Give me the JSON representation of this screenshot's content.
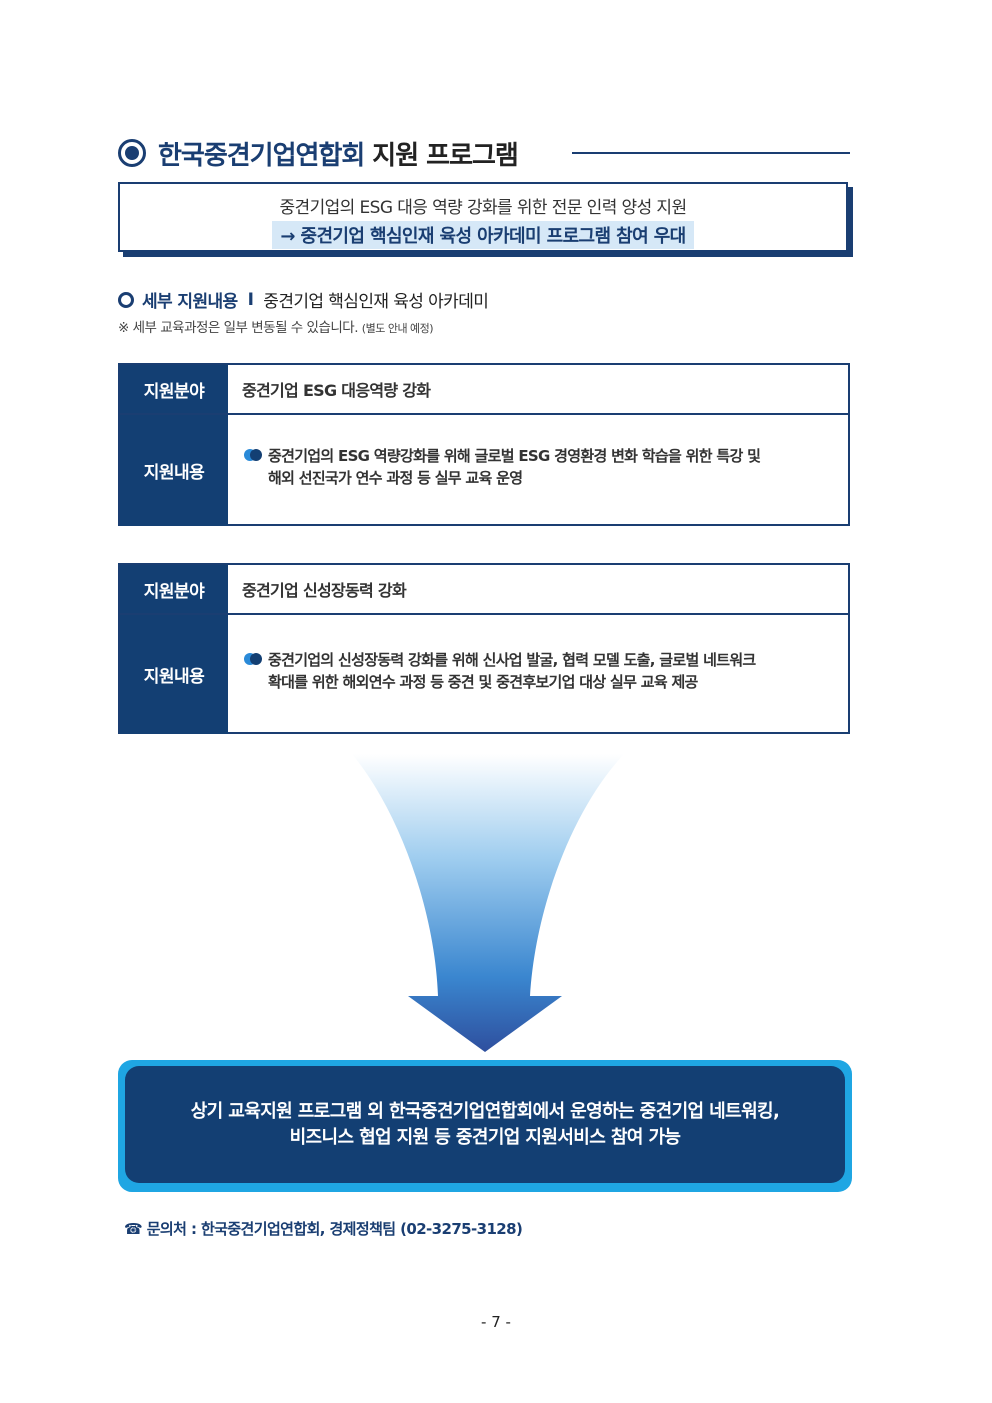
{
  "header": {
    "title_org": "한국중견기업연합회",
    "title_rest": "지원 프로그램"
  },
  "intro": {
    "line1": "중견기업의 ESG 대응 역량 강화를 위한 전문 인력 양성 지원",
    "line2": "→ 중견기업 핵심인재 육성 아카데미 프로그램 참여 우대"
  },
  "detail": {
    "label": "세부 지원내용",
    "separator": "I",
    "value": "중견기업 핵심인재 육성 아카데미",
    "note": "※ 세부 교육과정은 일부 변동될 수 있습니다.",
    "note_small": "(별도 안내 예정)"
  },
  "tables": [
    {
      "field_label": "지원분야",
      "field_value": "중견기업 ESG 대응역량 강화",
      "content_label": "지원내용",
      "content_line1": "중견기업의 ESG 역량강화를 위해 글로벌 ESG 경영환경 변화 학습을 위한 특강 및",
      "content_line2": "해외 선진국가 연수 과정 등 실무 교육 운영"
    },
    {
      "field_label": "지원분야",
      "field_value": "중견기업 신성장동력 강화",
      "content_label": "지원내용",
      "content_line1": "중견기업의 신성장동력 강화를 위해 신사업 발굴, 협력 모델 도출, 글로벌 네트워크",
      "content_line2": "확대를 위한 해외연수 과정 등 중견 및 중견후보기업 대상 실무 교육 제공"
    }
  ],
  "banner": {
    "line1": "상기 교육지원 프로그램 외 한국중견기업연합회에서 운영하는 중견기업 네트워킹,",
    "line2": "비즈니스 협업 지원 등 중견기업 지원서비스 참여 가능"
  },
  "contact": {
    "icon": "phone-icon",
    "icon_glyph": "☎",
    "text": "문의처 : 한국중견기업연합회, 경제정책팀 (02-3275-3128)"
  },
  "page_number": "- 7 -",
  "colors": {
    "navy": "#133f73",
    "highlight": "#d6e8f7",
    "cyan": "#1fa6e3"
  }
}
